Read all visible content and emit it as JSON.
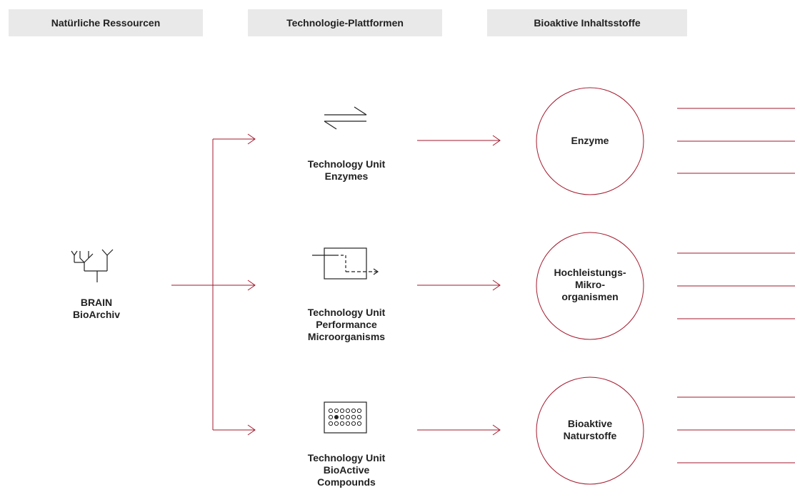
{
  "headers": {
    "col1": "Natürliche Ressourcen",
    "col2": "Technologie-Plattformen",
    "col3": "Bioaktive Inhaltsstoffe"
  },
  "source": {
    "line1": "BRAIN",
    "line2": "BioArchiv",
    "icon": "branching-tree-icon"
  },
  "units": [
    {
      "icon": "exchange-arrows-icon",
      "lines": [
        "Technology Unit",
        "Enzymes"
      ]
    },
    {
      "icon": "flow-box-icon",
      "lines": [
        "Technology Unit",
        "Performance",
        "Microorganisms"
      ]
    },
    {
      "icon": "dot-grid-icon",
      "lines": [
        "Technology Unit",
        "BioActive",
        "Compounds"
      ]
    }
  ],
  "outputs": [
    {
      "lines": [
        "Enzyme"
      ]
    },
    {
      "lines": [
        "Hochleistungs-",
        "Mikro-",
        "organismen"
      ]
    },
    {
      "lines": [
        "Bioaktive",
        "Naturstoffe"
      ]
    }
  ],
  "colors": {
    "accent": "#a31a2e",
    "header_bg": "#e9e9e9",
    "text": "#222222"
  }
}
